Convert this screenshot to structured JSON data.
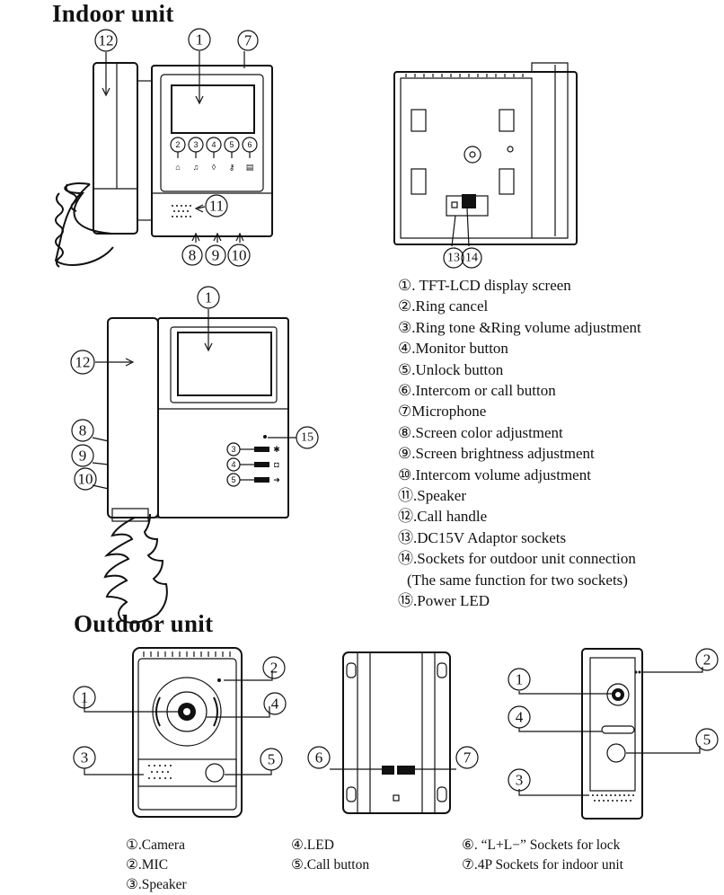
{
  "headings": {
    "indoor": "Indoor unit",
    "outdoor": "Outdoor unit"
  },
  "legend": [
    {
      "mark": "①.",
      "text": " TFT-LCD display screen"
    },
    {
      "mark": "②.",
      "text": "Ring cancel"
    },
    {
      "mark": "③.",
      "text": "Ring tone &Ring volume adjustment"
    },
    {
      "mark": "④.",
      "text": "Monitor button"
    },
    {
      "mark": "⑤.",
      "text": "Unlock button"
    },
    {
      "mark": "⑥.",
      "text": "Intercom or call button"
    },
    {
      "mark": "⑦",
      "text": "Microphone"
    },
    {
      "mark": "⑧.",
      "text": "Screen color adjustment"
    },
    {
      "mark": "⑨.",
      "text": "Screen brightness adjustment"
    },
    {
      "mark": "⑩.",
      "text": "Intercom volume adjustment"
    },
    {
      "mark": "⑪.",
      "text": "Speaker"
    },
    {
      "mark": "⑫.",
      "text": "Call handle"
    },
    {
      "mark": "⑬.",
      "text": "DC15V Adaptor sockets"
    },
    {
      "mark": "⑭.",
      "text": "Sockets for outdoor unit connection"
    },
    {
      "mark": "",
      "text": "(The same function for two sockets)"
    },
    {
      "mark": "⑮.",
      "text": "Power  LED"
    }
  ],
  "outdoor_captions": {
    "col1": [
      "①.Camera",
      "②.MIC",
      "③.Speaker"
    ],
    "col2": [
      "④.LED",
      "⑤.Call button"
    ],
    "col3": [
      "⑥. “L+L−” Sockets  for  lock",
      "⑦.4P Sockets for indoor unit"
    ]
  },
  "callouts": {
    "n1": "1",
    "n2": "2",
    "n3": "3",
    "n4": "4",
    "n5": "5",
    "n6": "6",
    "n7": "7",
    "n8": "8",
    "n9": "9",
    "n10": "10",
    "n11": "11",
    "n12": "12",
    "n13": "13",
    "n14": "14",
    "n15": "15"
  },
  "button_icons": [
    "bell-slash-icon",
    "music-note-icon",
    "bell-icon",
    "key-icon",
    "intercom-icon"
  ]
}
